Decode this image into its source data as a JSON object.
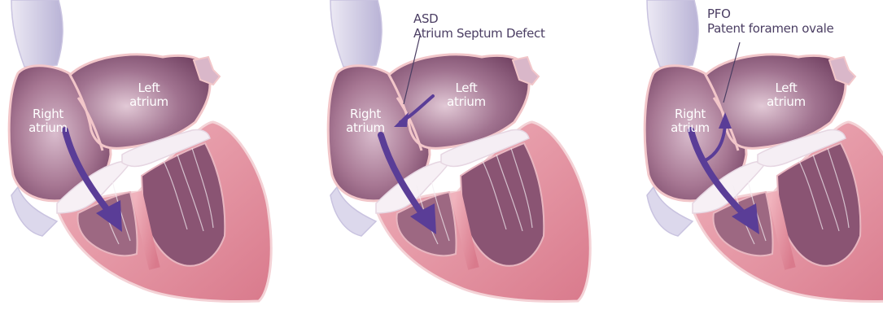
{
  "panels": [
    {
      "id": "normal",
      "right_atrium_label": [
        "Right",
        "atrium"
      ],
      "left_atrium_label": [
        "Left",
        "atrium"
      ]
    },
    {
      "id": "asd",
      "right_atrium_label": [
        "Right",
        "atrium"
      ],
      "left_atrium_label": [
        "Left",
        "atrium"
      ],
      "callout": {
        "abbreviation": "ASD",
        "full_name": "Atrium Septum Defect"
      }
    },
    {
      "id": "pfo",
      "right_atrium_label": [
        "Right",
        "atrium"
      ],
      "left_atrium_label": [
        "Left",
        "atrium"
      ],
      "callout": {
        "abbreviation": "PFO",
        "full_name": "Patent foramen ovale"
      }
    }
  ],
  "colors": {
    "vessel": "#d9d6ea",
    "vessel_edge": "#b8b3d3",
    "chamber_outline": "#f2c6c9",
    "atrium_dark": "#7e4a6b",
    "atrium_light": "#c8a5bc",
    "muscle": "#e79aa7",
    "muscle_dark": "#d77788",
    "ventricle_inner": "#8a5473",
    "valve": "#f4eef3",
    "arrow": "#5a3d97",
    "callout_text": "#4b3e63"
  }
}
